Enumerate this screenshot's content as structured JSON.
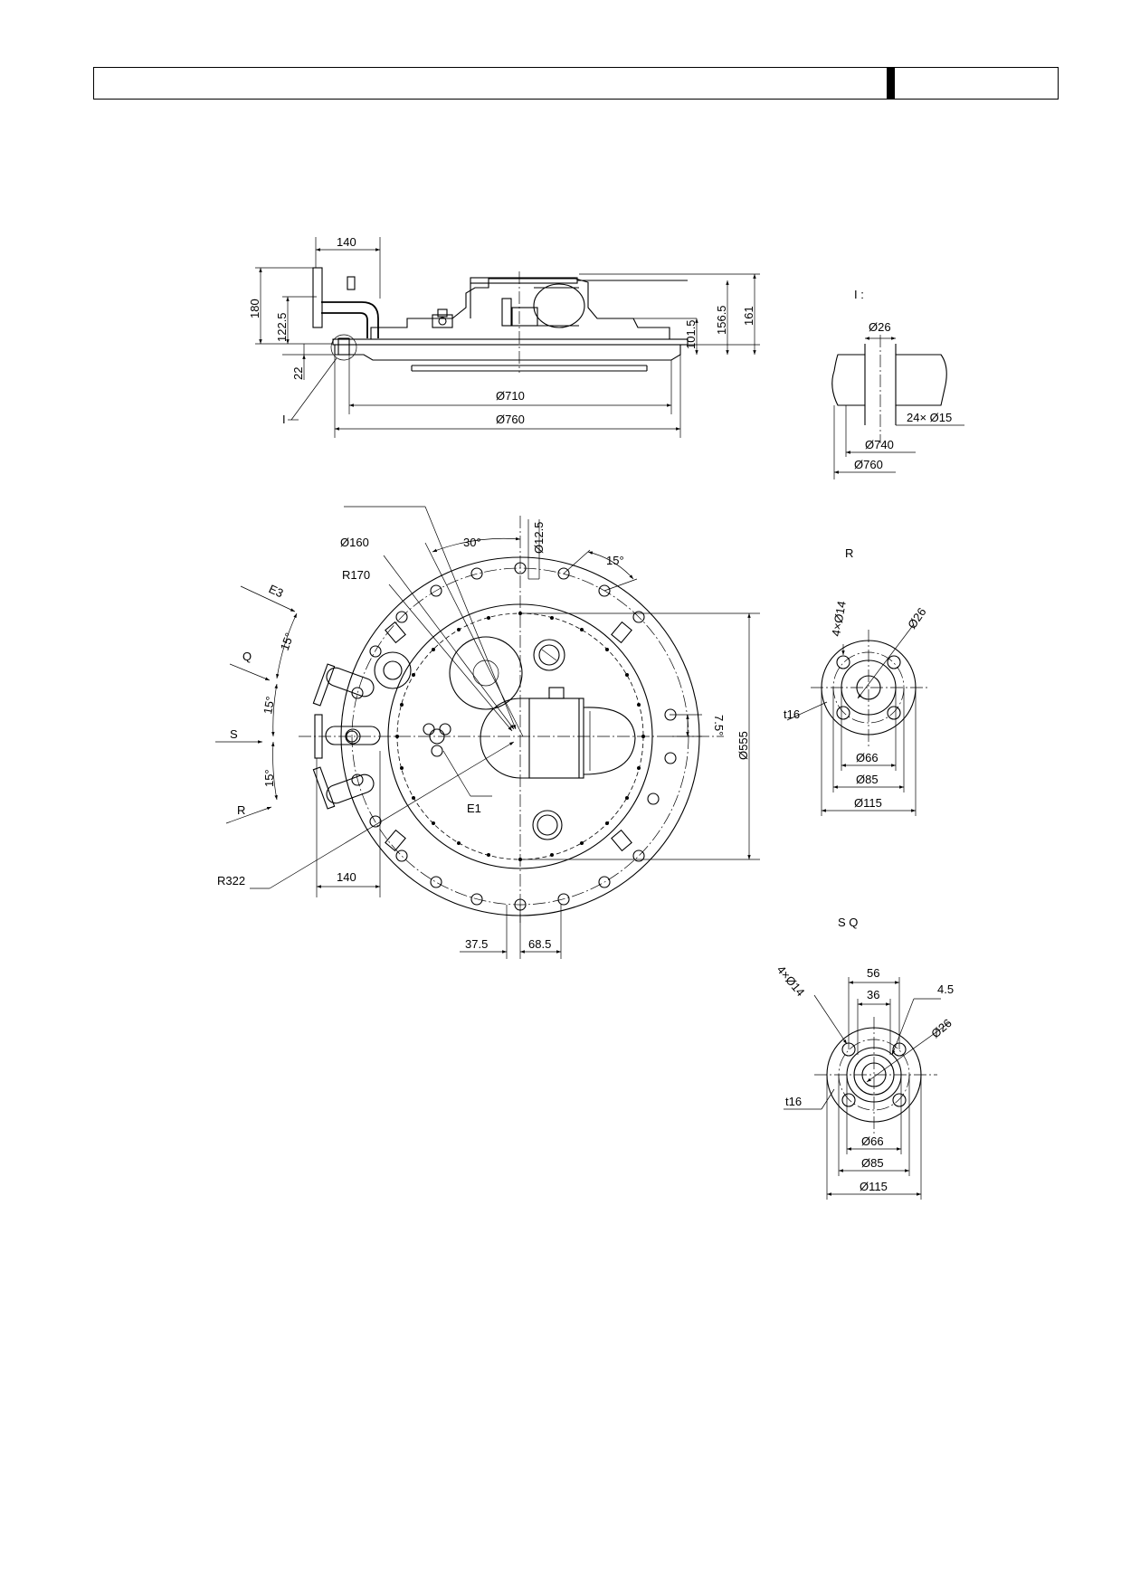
{
  "header": {
    "left_text": "",
    "right_text": ""
  },
  "side_view": {
    "dims": {
      "d140": "140",
      "d180": "180",
      "d122_5": "122.5",
      "d22": "22",
      "d101_5": "101.5",
      "d156_5": "156.5",
      "d161": "161",
      "d710": "Ø710",
      "d760": "Ø760",
      "label_i": "I"
    }
  },
  "detail_i": {
    "title": "I :",
    "dims": {
      "d26": "Ø26",
      "d15": "24× Ø15",
      "d740": "Ø740",
      "d760": "Ø760"
    }
  },
  "plan_view": {
    "dims": {
      "d160": "Ø160",
      "r170": "R170",
      "a30": "30°",
      "d12_5": "Ø12.5",
      "a15_top": "15°",
      "a15_a": "15°",
      "a15_b": "15°",
      "a15_c": "15°",
      "a7_5": "7.5°",
      "d555": "Ø555",
      "e1": "E1",
      "r322": "R322",
      "d140": "140",
      "d37_5": "37.5",
      "d68_5": "68.5"
    },
    "arrows": {
      "e3": "E3",
      "q": "Q",
      "s": "S",
      "r": "R"
    }
  },
  "flange_r": {
    "title": "R",
    "dims": {
      "holes": "4×Ø14",
      "d26": "Ø26",
      "t16": "t16",
      "d66": "Ø66",
      "d85": "Ø85",
      "d115": "Ø115"
    }
  },
  "flange_sq": {
    "title": "S Q",
    "dims": {
      "holes": "4×Ø14",
      "d56": "56",
      "d36": "36",
      "d4_5": "4.5",
      "d26": "Ø26",
      "t16": "t16",
      "d66": "Ø66",
      "d85": "Ø85",
      "d115": "Ø115"
    }
  }
}
